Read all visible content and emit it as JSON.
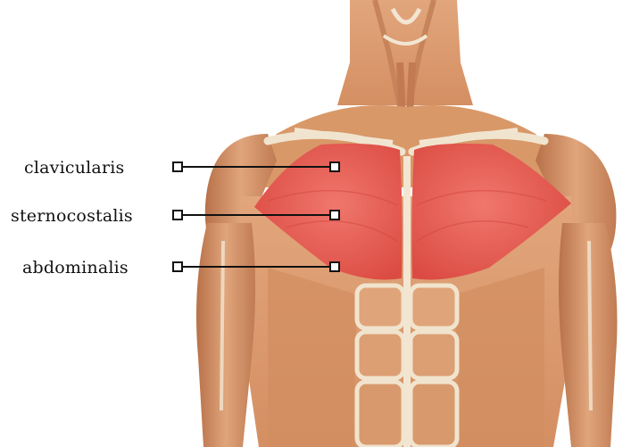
{
  "diagram": {
    "labels": [
      {
        "id": "clavicularis",
        "text": "clavicularis"
      },
      {
        "id": "sternocostalis",
        "text": "sternocostalis"
      },
      {
        "id": "abdominalis",
        "text": "abdominalis"
      }
    ],
    "colors": {
      "skin_muscle": "#dd9e74",
      "muscle_shadow": "#b9784f",
      "pectoralis": "#e8574d",
      "tendon": "#efe3cf",
      "marker_line": "#111111"
    }
  }
}
